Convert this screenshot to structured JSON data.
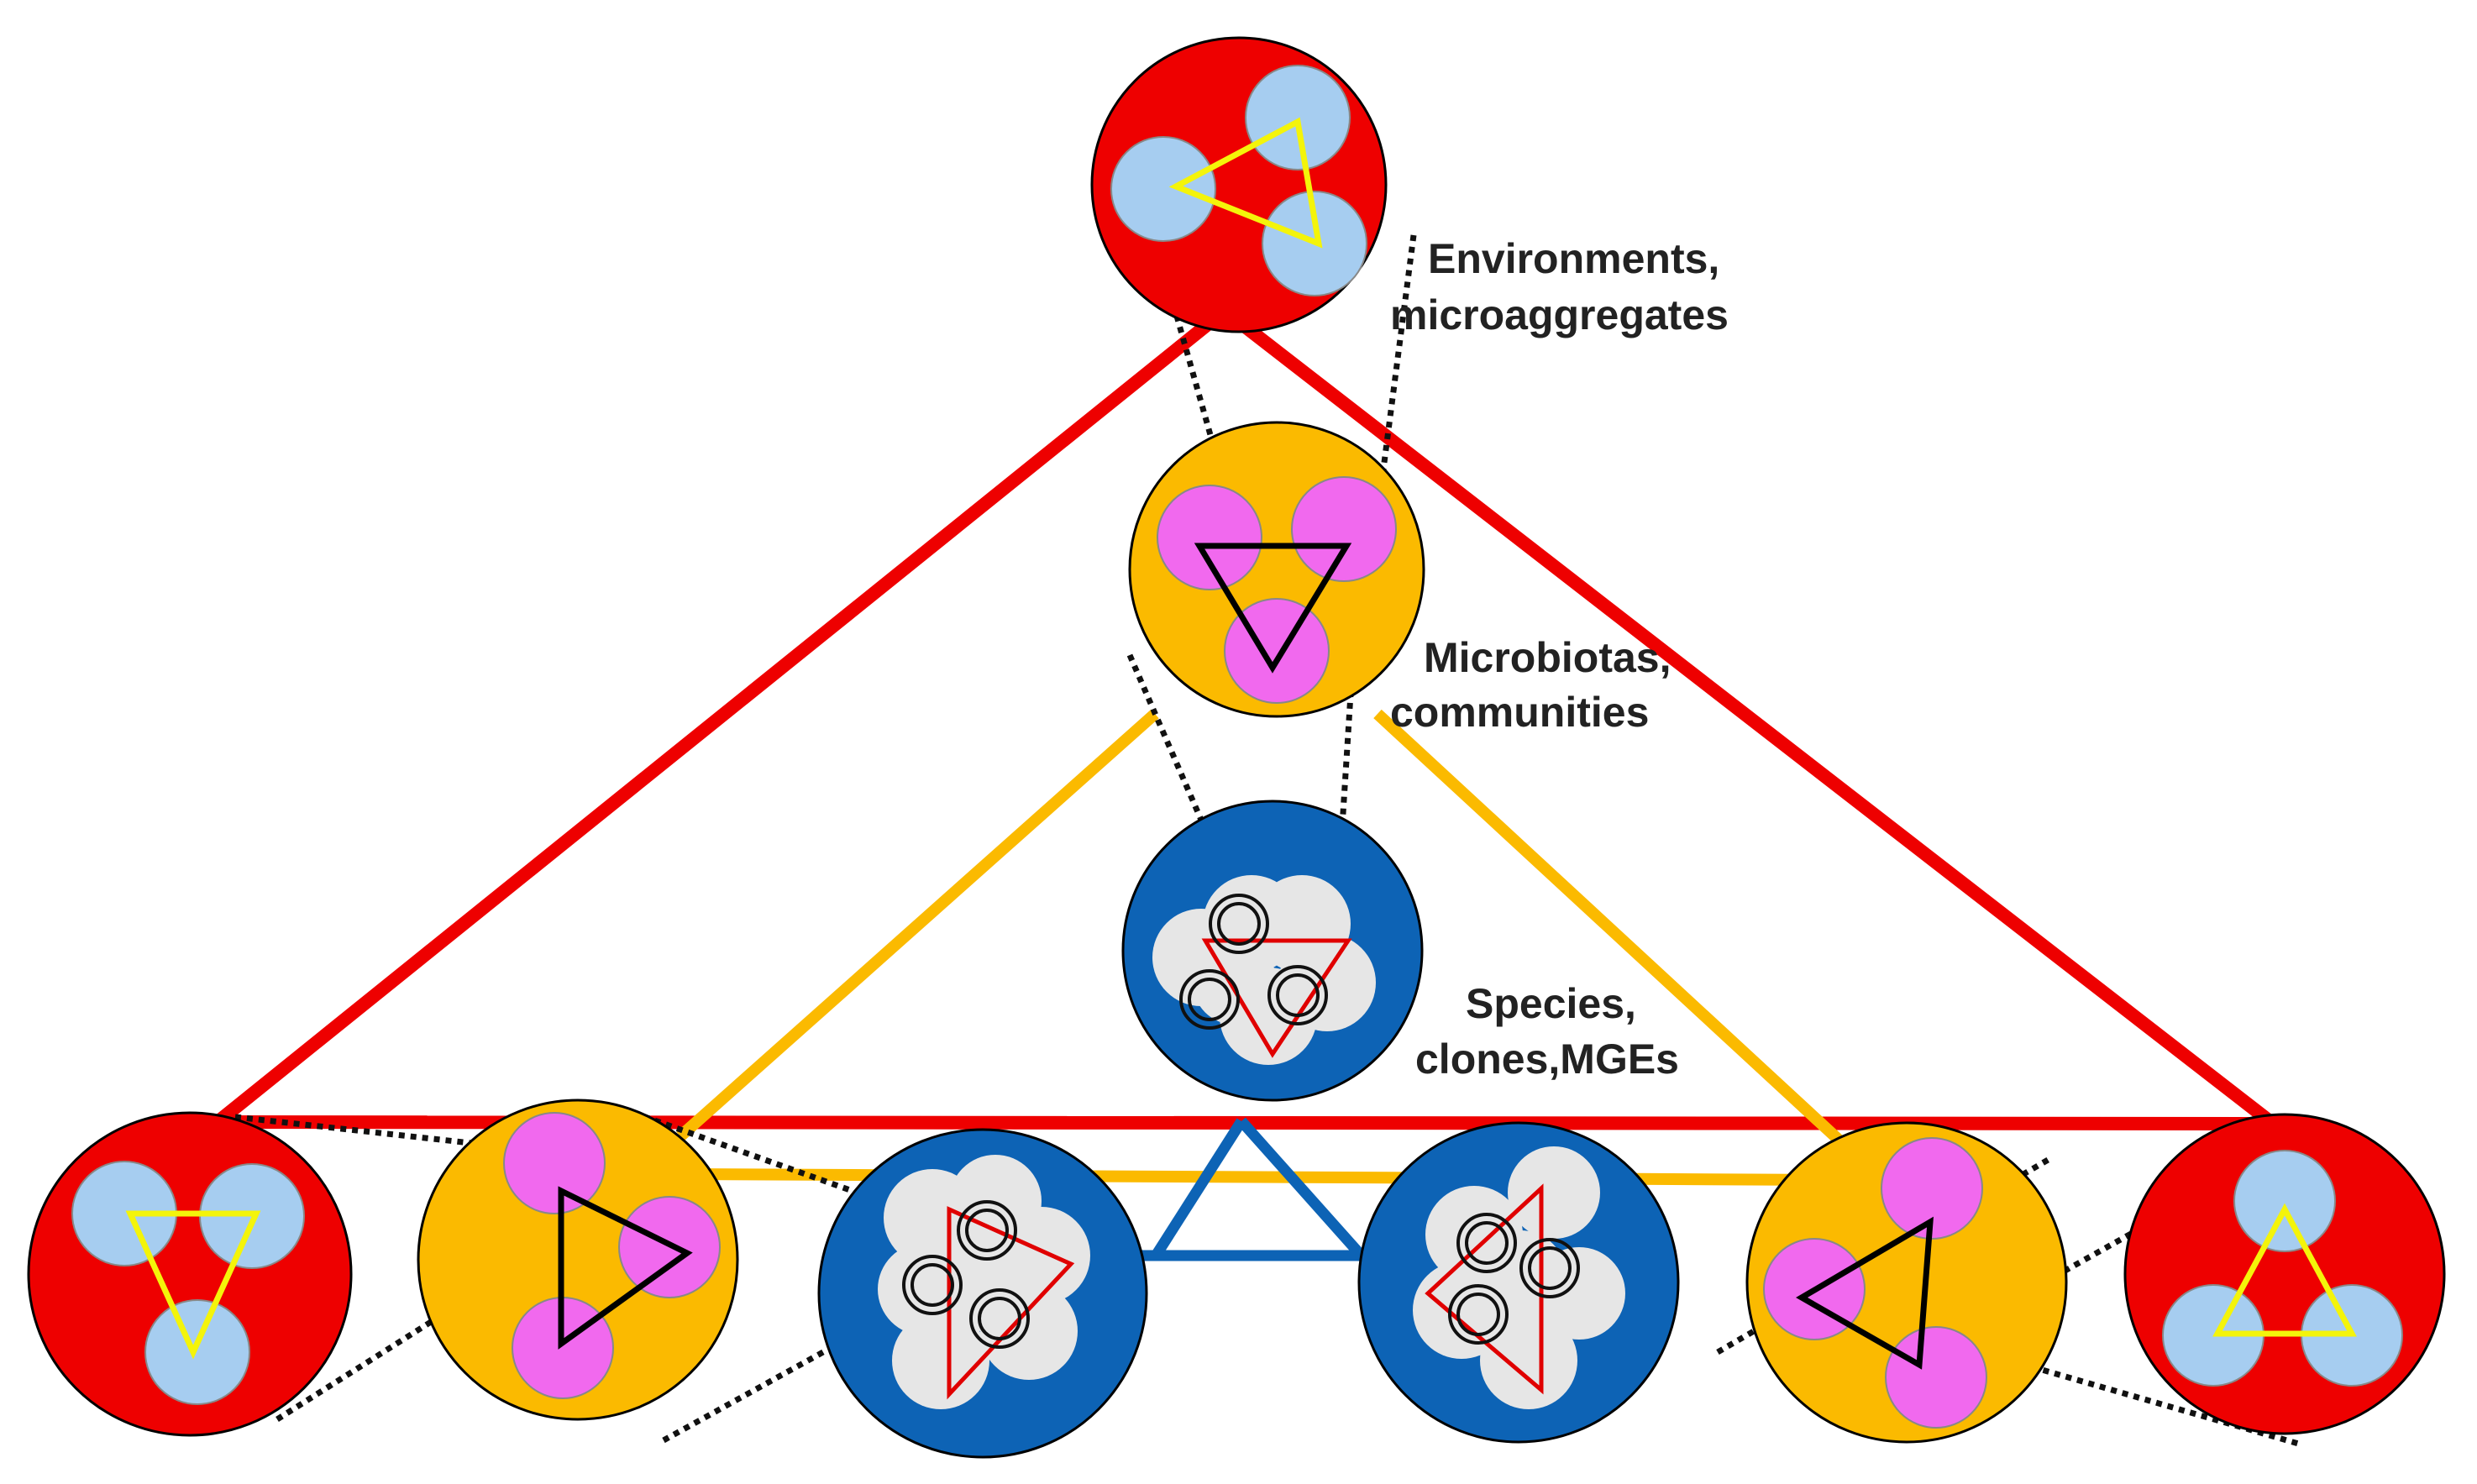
{
  "labels": {
    "environments_line1": "Environments,",
    "environments_line2": "microaggregates",
    "microbiotas_line1": "Microbiotas,",
    "microbiotas_line2": "communities",
    "species_line1": "Species,",
    "species_line2": "clones,MGEs"
  },
  "colors": {
    "environment_level": "#EE0000",
    "community_level": "#FBBA00",
    "species_level": "#0D63B5",
    "environment_subunit": "#A6CDF0",
    "community_subunit": "#F169EE",
    "species_subunit": "#E6E6E6",
    "environment_inner_triangle": "#F4F40A",
    "community_inner_triangle": "#000000",
    "species_inner_triangle": "#E00000"
  },
  "levels": [
    {
      "name": "environments",
      "color_key": "environment_level"
    },
    {
      "name": "microbiotas",
      "color_key": "community_level"
    },
    {
      "name": "species",
      "color_key": "species_level"
    }
  ]
}
